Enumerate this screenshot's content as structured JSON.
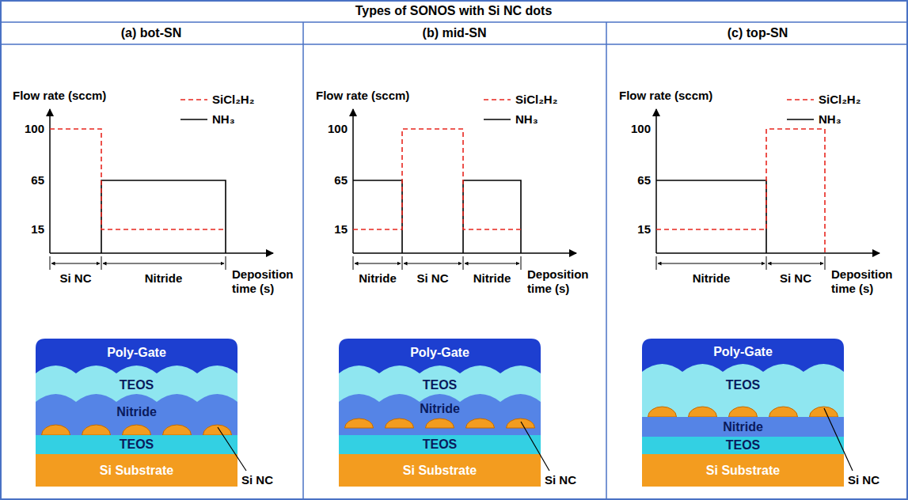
{
  "diagram": {
    "title": "Types of SONOS with Si NC dots",
    "nodes": [
      {
        "text": [
          "Poly-Gate"
        ]
      },
      {
        "text": [
          "TEOS"
        ]
      },
      {
        "text": [
          "Nitride"
        ]
      },
      {
        "text": [
          "TEOS"
        ]
      },
      {
        "text": [
          "Si Substrate"
        ]
      },
      {
        "text": [
          "Poly-Gate"
        ]
      },
      {
        "text": [
          "TEOS"
        ]
      },
      {
        "text": [
          "Nitride"
        ]
      },
      {
        "text": [
          "TEOS"
        ]
      },
      {
        "text": [
          "Si Substrate"
        ]
      },
      {
        "text": [
          "Poly-Gate"
        ]
      },
      {
        "text": [
          "TEOS"
        ]
      },
      {
        "text": [
          "Nitride"
        ]
      },
      {
        "text": [
          "TEOS"
        ]
      },
      {
        "text": [
          "Si Substrate"
        ]
      }
    ],
    "labels": [
      "(a) bot-SN",
      "Flow rate (sccm)",
      "100",
      "65",
      "15",
      "Si NC",
      "Nitride",
      "Deposition time (s)",
      "Si NC",
      "(b) mid-SN",
      "Flow rate (sccm)",
      "100",
      "65",
      "15",
      "Nitride",
      "Si NC",
      "Nitride",
      "Deposition time (s)",
      "Si NC",
      "(c) top-SN",
      "Flow rate (sccm)",
      "100",
      "65",
      "15",
      "Nitride",
      "Si NC",
      "Deposition time (s)",
      "Si NC"
    ],
    "legend": [
      {
        "text": "SiCl₂H₂"
      },
      {
        "text": "NH₃"
      },
      {
        "text": "SiCl₂H₂"
      },
      {
        "text": "NH₃"
      },
      {
        "text": "SiCl₂H₂"
      },
      {
        "text": "NH₃"
      }
    ]
  }
}
